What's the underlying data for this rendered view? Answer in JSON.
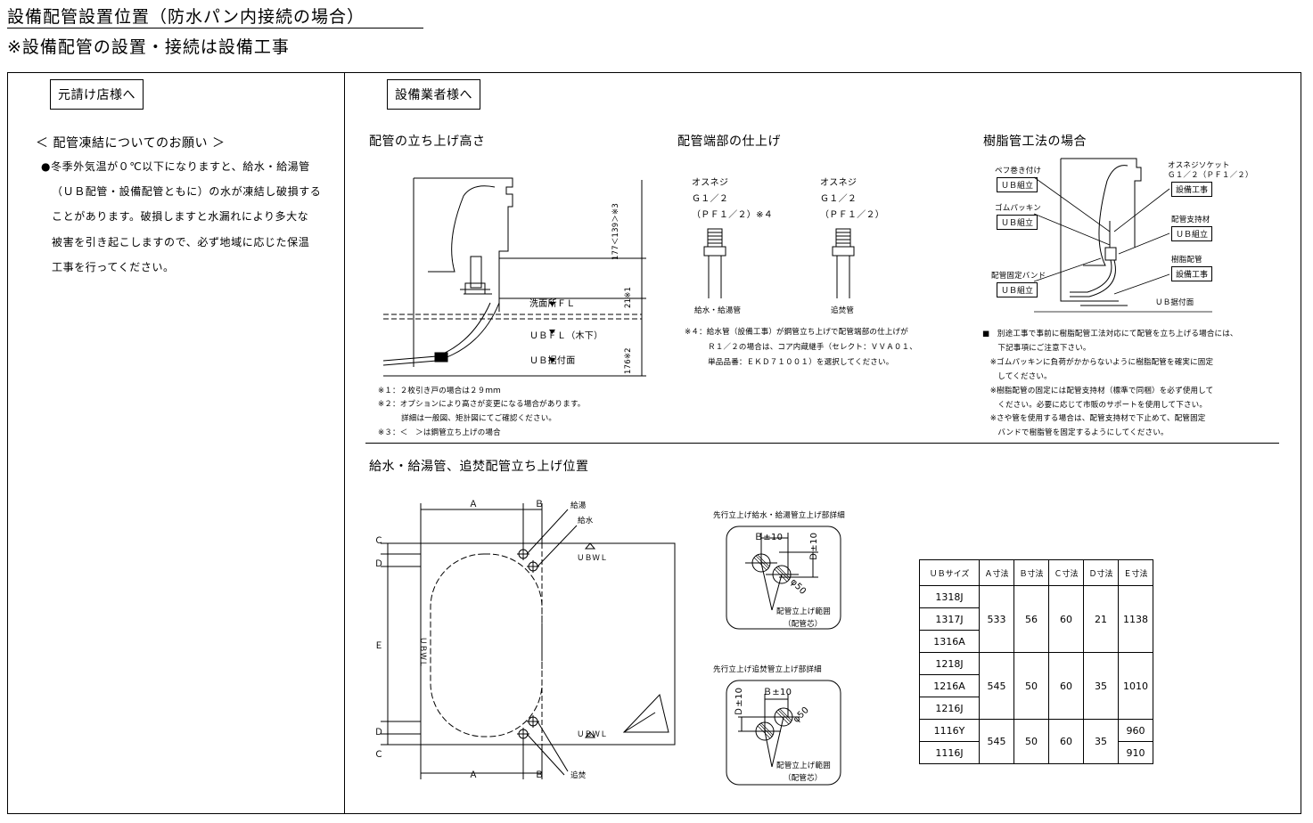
{
  "header": {
    "title": "設備配管設置位置（防水パン内接続の場合）",
    "subtitle": "※設備配管の設置・接続は設備工事"
  },
  "left_panel": {
    "label": "元請け店様へ",
    "heading": "＜ 配管凍結についてのお願い ＞",
    "lines": [
      "●冬季外気温が０℃以下になりますと、給水・給湯管",
      "（ＵＢ配管・設備配管ともに）の水が凍結し破損する",
      "ことがあります。破損しますと水漏れにより多大な",
      "被害を引き起こしますので、必ず地域に応じた保温",
      "工事を行ってください。"
    ]
  },
  "right_panel": {
    "label": "設備業者様へ",
    "section1": {
      "title": "配管の立ち上げ高さ",
      "labels": {
        "sink_fl": "洗面所ＦＬ",
        "ub_fl": "ＵＢＦＬ（木下）",
        "ub_mount": "ＵＢ据付面",
        "dim_top": "177＜139＞※3",
        "dim_mid": "21※1",
        "dim_bot": "176※2"
      },
      "notes": [
        "※１：２枚引き戸の場合は２９ｍｍ",
        "※２：オプションにより高さが変更になる場合があります。",
        "　　　詳細は一般図、矩計図にてご確認ください。",
        "※３：＜　＞は鋼管立ち上げの場合"
      ]
    },
    "section2": {
      "title": "配管端部の仕上げ",
      "fitting_left": {
        "line1": "オスネジ",
        "line2": "Ｇ１／２",
        "line3": "（ＰＦ１／２）※４",
        "caption": "給水・給湯管"
      },
      "fitting_right": {
        "line1": "オスネジ",
        "line2": "Ｇ１／２",
        "line3": "（ＰＦ１／２）",
        "caption": "追焚管"
      },
      "notes": [
        "※４：給水管（設備工事）が鋼管立ち上げで配管端部の仕上げが",
        "　　　Ｒ１／２の場合は、コア内蔵継手（セレクト：ＶＶＡ０１、",
        "　　　単品品番：ＥＫＤ７１００１）を選択してください。"
      ]
    },
    "section3": {
      "title": "樹脂管工法の場合",
      "labels": {
        "tape": "ペフ巻き付け",
        "tape_box": "ＵＢ組立",
        "rubber": "ゴムパッキン",
        "rubber_box": "ＵＢ組立",
        "band": "配管固定バンド",
        "band_box": "ＵＢ組立",
        "socket1": "オスネジソケット",
        "socket2": "Ｇ１／２（ＰＦ１／２）",
        "socket_box": "設備工事",
        "support": "配管支持材",
        "support_box": "ＵＢ組立",
        "resin": "樹脂配管",
        "resin_box": "設備工事",
        "ub_mount": "ＵＢ据付面"
      },
      "notes": [
        "■　別途工事で事前に樹脂配管工法対応にて配管を立ち上げる場合には、",
        "　　下記事項にご注意下さい。",
        "　※ゴムパッキンに負荷がかからないように樹脂配管を確実に固定",
        "　　してください。",
        "　※樹脂配管の固定には配管支持材（標準で同梱）を必ず使用して",
        "　　ください。必要に応じて市販のサポートを使用して下さい。",
        "　※さや管を使用する場合は、配管支持材で下止めて、配管固定",
        "　　バンドで樹脂管を固定するようにしてください。"
      ]
    },
    "section4": {
      "title": "給水・給湯管、追焚配管立ち上げ位置",
      "plan_labels": {
        "a_top": "Ａ",
        "b_top": "Ｂ",
        "a_bot": "Ａ",
        "b_bot": "Ｂ",
        "c_top": "Ｃ",
        "d_top": "Ｄ",
        "e": "Ｅ",
        "d_bot": "Ｄ",
        "c_bot": "Ｃ",
        "hot": "給湯",
        "cold": "給水",
        "reheat": "追焚",
        "ubwl_top": "ＵＢＷＬ",
        "ubwl_bot": "ＵＢＷＬ",
        "ubwl_left": "ＵＢＷＬ"
      },
      "detail1": {
        "title": "先行立上げ給水・給湯管立上げ部詳細",
        "b": "Ｂ±10",
        "d": "Ｄ±10",
        "phi": "φ50",
        "note1": "配管立上げ範囲",
        "note2": "（配管芯）"
      },
      "detail2": {
        "title": "先行立上げ追焚管立上げ部詳細",
        "b": "Ｂ±10",
        "d": "Ｄ±10",
        "phi": "φ50",
        "note1": "配管立上げ範囲",
        "note2": "（配管芯）"
      },
      "table": {
        "headers": [
          "ＵＢサイズ",
          "Ａ寸法",
          "Ｂ寸法",
          "Ｃ寸法",
          "Ｄ寸法",
          "Ｅ寸法"
        ],
        "groups": [
          {
            "sizes": [
              "1318J",
              "1317J",
              "1316A"
            ],
            "a": "533",
            "b": "56",
            "c": "60",
            "d": "21",
            "e": [
              "1138"
            ]
          },
          {
            "sizes": [
              "1218J",
              "1216A",
              "1216J"
            ],
            "a": "545",
            "b": "50",
            "c": "60",
            "d": "35",
            "e": [
              "1010"
            ]
          },
          {
            "sizes": [
              "1116Y",
              "1116J"
            ],
            "a": "545",
            "b": "50",
            "c": "60",
            "d": "35",
            "e": [
              "960",
              "910"
            ]
          }
        ]
      }
    }
  }
}
